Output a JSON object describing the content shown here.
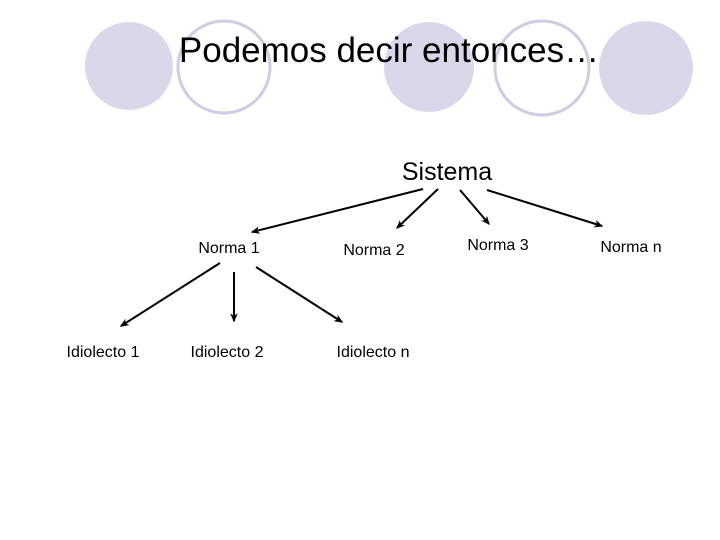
{
  "slide": {
    "title": "Podemos decir entonces…",
    "colors": {
      "background": "#FFFFFF",
      "text": "#000000",
      "decor_circle_fill": "#D8D8EA",
      "decor_circle_outline": "#CDCDE3",
      "connector": "#000000"
    },
    "decoration": {
      "description": "banner of five circles behind title",
      "circles": [
        {
          "style": "filled"
        },
        {
          "style": "outlined"
        },
        {
          "style": "filled"
        },
        {
          "style": "outlined"
        },
        {
          "style": "filled"
        }
      ]
    },
    "diagram": {
      "root": {
        "label": "Sistema"
      },
      "level1": [
        {
          "label": "Norma 1"
        },
        {
          "label": "Norma 2"
        },
        {
          "label": "Norma 3"
        },
        {
          "label": "Norma n"
        }
      ],
      "level2": [
        {
          "label": "Idiolecto 1"
        },
        {
          "label": "Idiolecto 2"
        },
        {
          "label": "Idiolecto n"
        }
      ],
      "edges": [
        {
          "from": "Sistema",
          "to": "Norma 1"
        },
        {
          "from": "Sistema",
          "to": "Norma 2"
        },
        {
          "from": "Sistema",
          "to": "Norma 3"
        },
        {
          "from": "Sistema",
          "to": "Norma n"
        },
        {
          "from": "Norma 1",
          "to": "Idiolecto 1"
        },
        {
          "from": "Norma 1",
          "to": "Idiolecto 2"
        },
        {
          "from": "Norma 1",
          "to": "Idiolecto n"
        }
      ]
    }
  }
}
